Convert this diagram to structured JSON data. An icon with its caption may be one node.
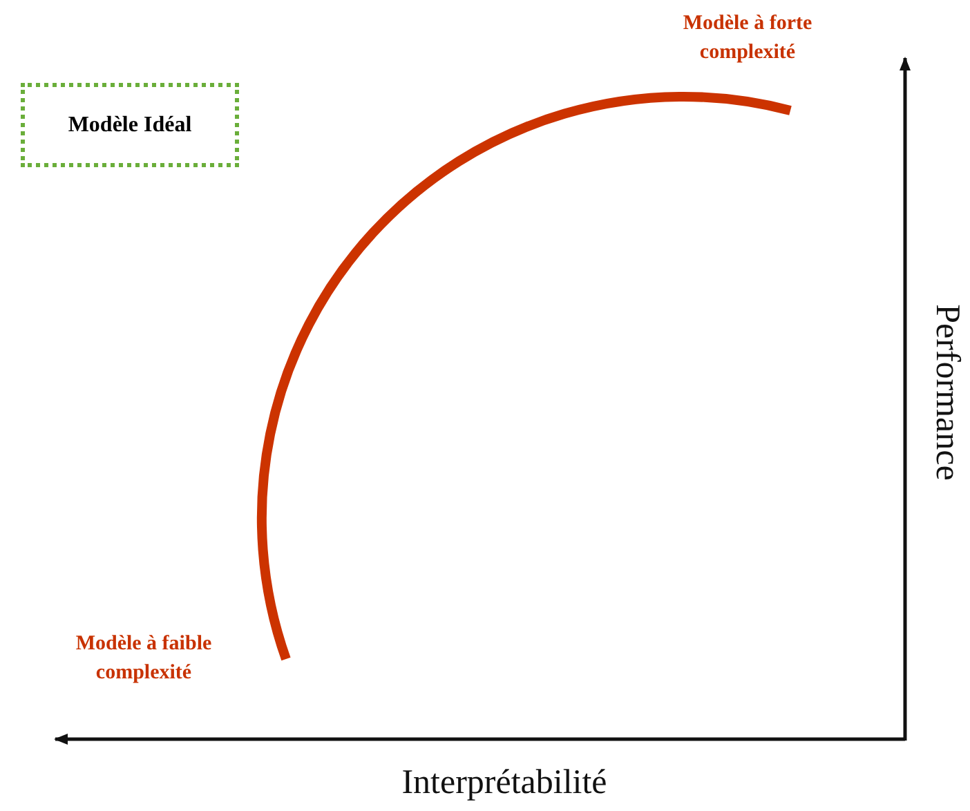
{
  "diagram": {
    "nodes": [
      {
        "text": [
          "Modèle Idéal"
        ]
      }
    ],
    "edges": [],
    "labels": [
      "Modèle à forte complexité",
      "Modèle à faible complexité",
      "Performance",
      "Interprétabilité"
    ]
  }
}
